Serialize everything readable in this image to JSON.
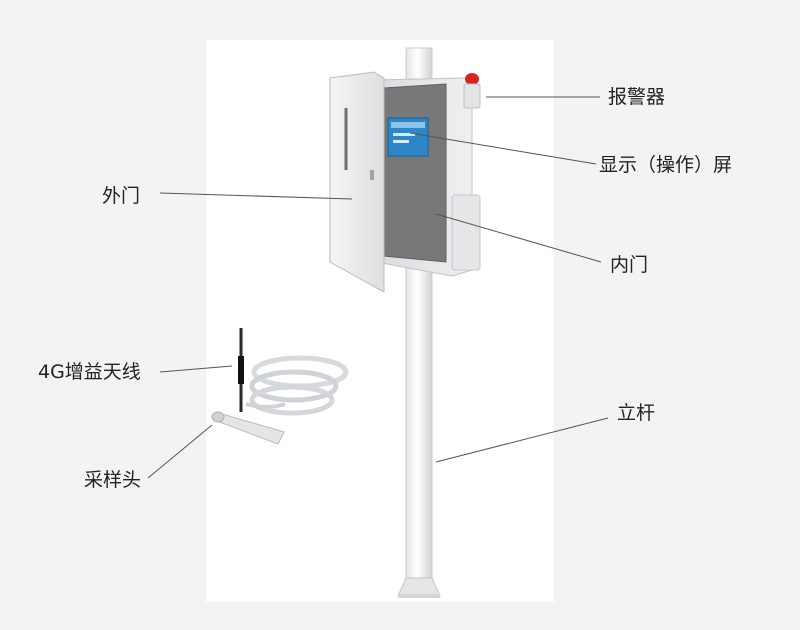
{
  "labels": {
    "alarm": "报警器",
    "display": "显示（操作）屏",
    "outer_door": "外门",
    "inner_door": "内门",
    "antenna": "4G增益天线",
    "pole": "立杆",
    "sampler": "采样头"
  },
  "colors": {
    "background": "#f3f3f3",
    "panel": "#ffffff",
    "cabinet": "#e9eaec",
    "inner_panel": "#77787a",
    "screen": "#2c86c8",
    "alarm_light": "#d8221d",
    "leader_line": "#555555"
  }
}
